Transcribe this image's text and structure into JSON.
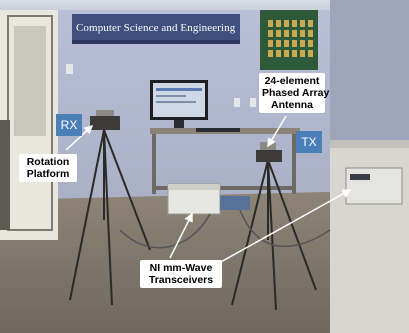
{
  "photo": {
    "sign_text": "Computer Science and Engineering",
    "labels": {
      "rx": "RX",
      "tx": "TX",
      "rotation_platform": [
        "Rotation",
        "Platform"
      ],
      "phased_array_antenna": [
        "24-element",
        "Phased Array",
        "Antenna"
      ],
      "transceivers": [
        "NI mm-Wave",
        "Transceivers"
      ]
    },
    "colors": {
      "rx_tx_tag": "#4a7fb8",
      "callout_background": "#ffffff",
      "arrow": "#ffffff"
    }
  }
}
